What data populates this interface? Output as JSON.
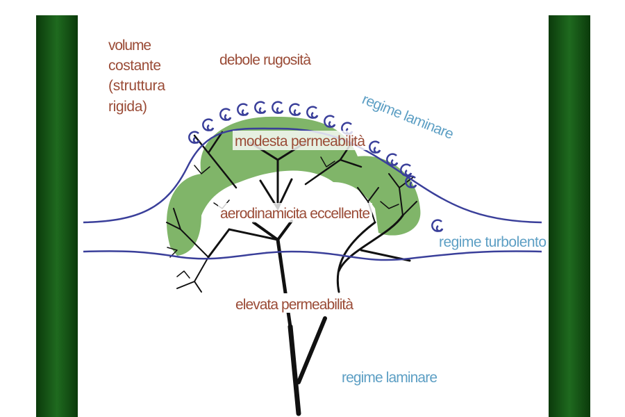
{
  "labels": {
    "volume_line1": "volume",
    "volume_line2": "costante",
    "volume_line3": "(struttura",
    "volume_line4": "rigida)",
    "roughness": "debole rugosità",
    "laminar_top": "regime laminare",
    "modest_permeability": "modesta permeabilità",
    "aerodynamics": "aerodinamicita eccellente",
    "turbulent": "regime turbolento",
    "high_permeability": "elevata permeabilità",
    "laminar_bottom": "regime laminare"
  },
  "colors": {
    "text_brown": "#9a4b36",
    "text_blue": "#5d9fc4",
    "flow_lines": "#3a3f9a",
    "canopy": "#6aa84f",
    "frame": "#135213"
  }
}
